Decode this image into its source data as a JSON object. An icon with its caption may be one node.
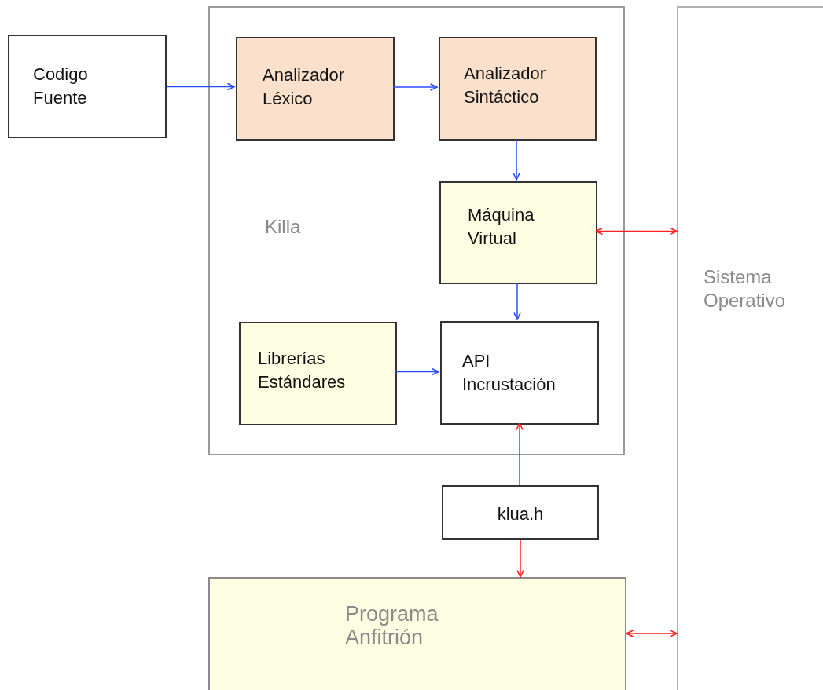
{
  "diagram": {
    "nodes": [
      {
        "text": [
          "Codigo Fuente"
        ]
      },
      {
        "text": [
          "Killa"
        ]
      },
      {
        "text": [
          "Analizador Léxico"
        ],
        "in": 1
      },
      {
        "text": [
          "Analizador Sintáctico"
        ],
        "in": 1
      },
      {
        "text": [
          "Máquina Virtual"
        ],
        "in": 1
      },
      {
        "text": [
          "Librerías Estándares"
        ],
        "in": 1
      },
      {
        "text": [
          "API Incrustación"
        ],
        "in": 1
      },
      {
        "text": [
          "Sistema Operativo"
        ]
      },
      {
        "text": [
          "klua.h"
        ]
      },
      {
        "text": [
          "Programa Anfitrión"
        ]
      }
    ],
    "edges": [
      {
        "from": 0,
        "to": 2,
        "arrow": "to"
      },
      {
        "from": 2,
        "to": 3,
        "arrow": "to"
      },
      {
        "from": 3,
        "to": 4,
        "arrow": "to"
      },
      {
        "from": 4,
        "to": 7,
        "arrow": "both",
        "color": "#ff2020"
      },
      {
        "from": 4,
        "to": 6,
        "arrow": "to"
      },
      {
        "from": 5,
        "to": 6,
        "arrow": "to"
      },
      {
        "from": 8,
        "to": 6,
        "arrow": "to",
        "color": "#ff2020"
      },
      {
        "from": 8,
        "to": 9,
        "arrow": "to",
        "color": "#ff2020"
      },
      {
        "from": 9,
        "to": 7,
        "arrow": "both",
        "color": "#ff2020"
      }
    ]
  }
}
